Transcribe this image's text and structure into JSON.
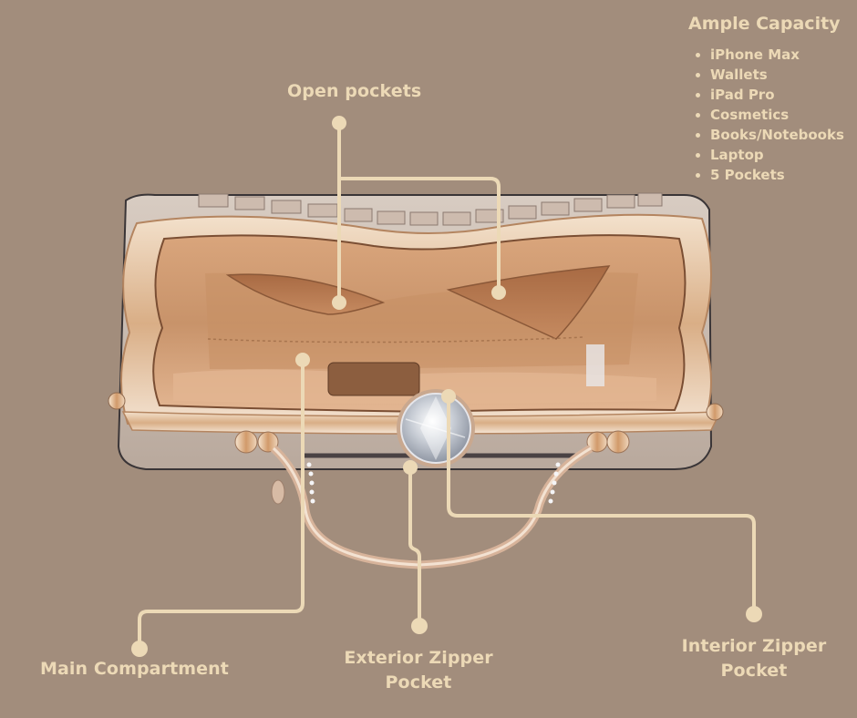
{
  "colors": {
    "background": "#A28D7C",
    "accent": "#ECD9B6"
  },
  "capacity": {
    "title": "Ample Capacity",
    "items": [
      "iPhone Max",
      "Wallets",
      "iPad Pro",
      "Cosmetics",
      "Books/Notebooks",
      "Laptop",
      "5 Pockets"
    ]
  },
  "callouts": {
    "open_pockets": "Open pockets",
    "main_compartment": "Main Compartment",
    "exterior_zipper_line1": "Exterior Zipper",
    "exterior_zipper_line2": "Pocket",
    "interior_zipper_line1": "Interior Zipper",
    "interior_zipper_line2": "Pocket"
  },
  "product_image": {
    "subject": "open-frame-handbag"
  }
}
